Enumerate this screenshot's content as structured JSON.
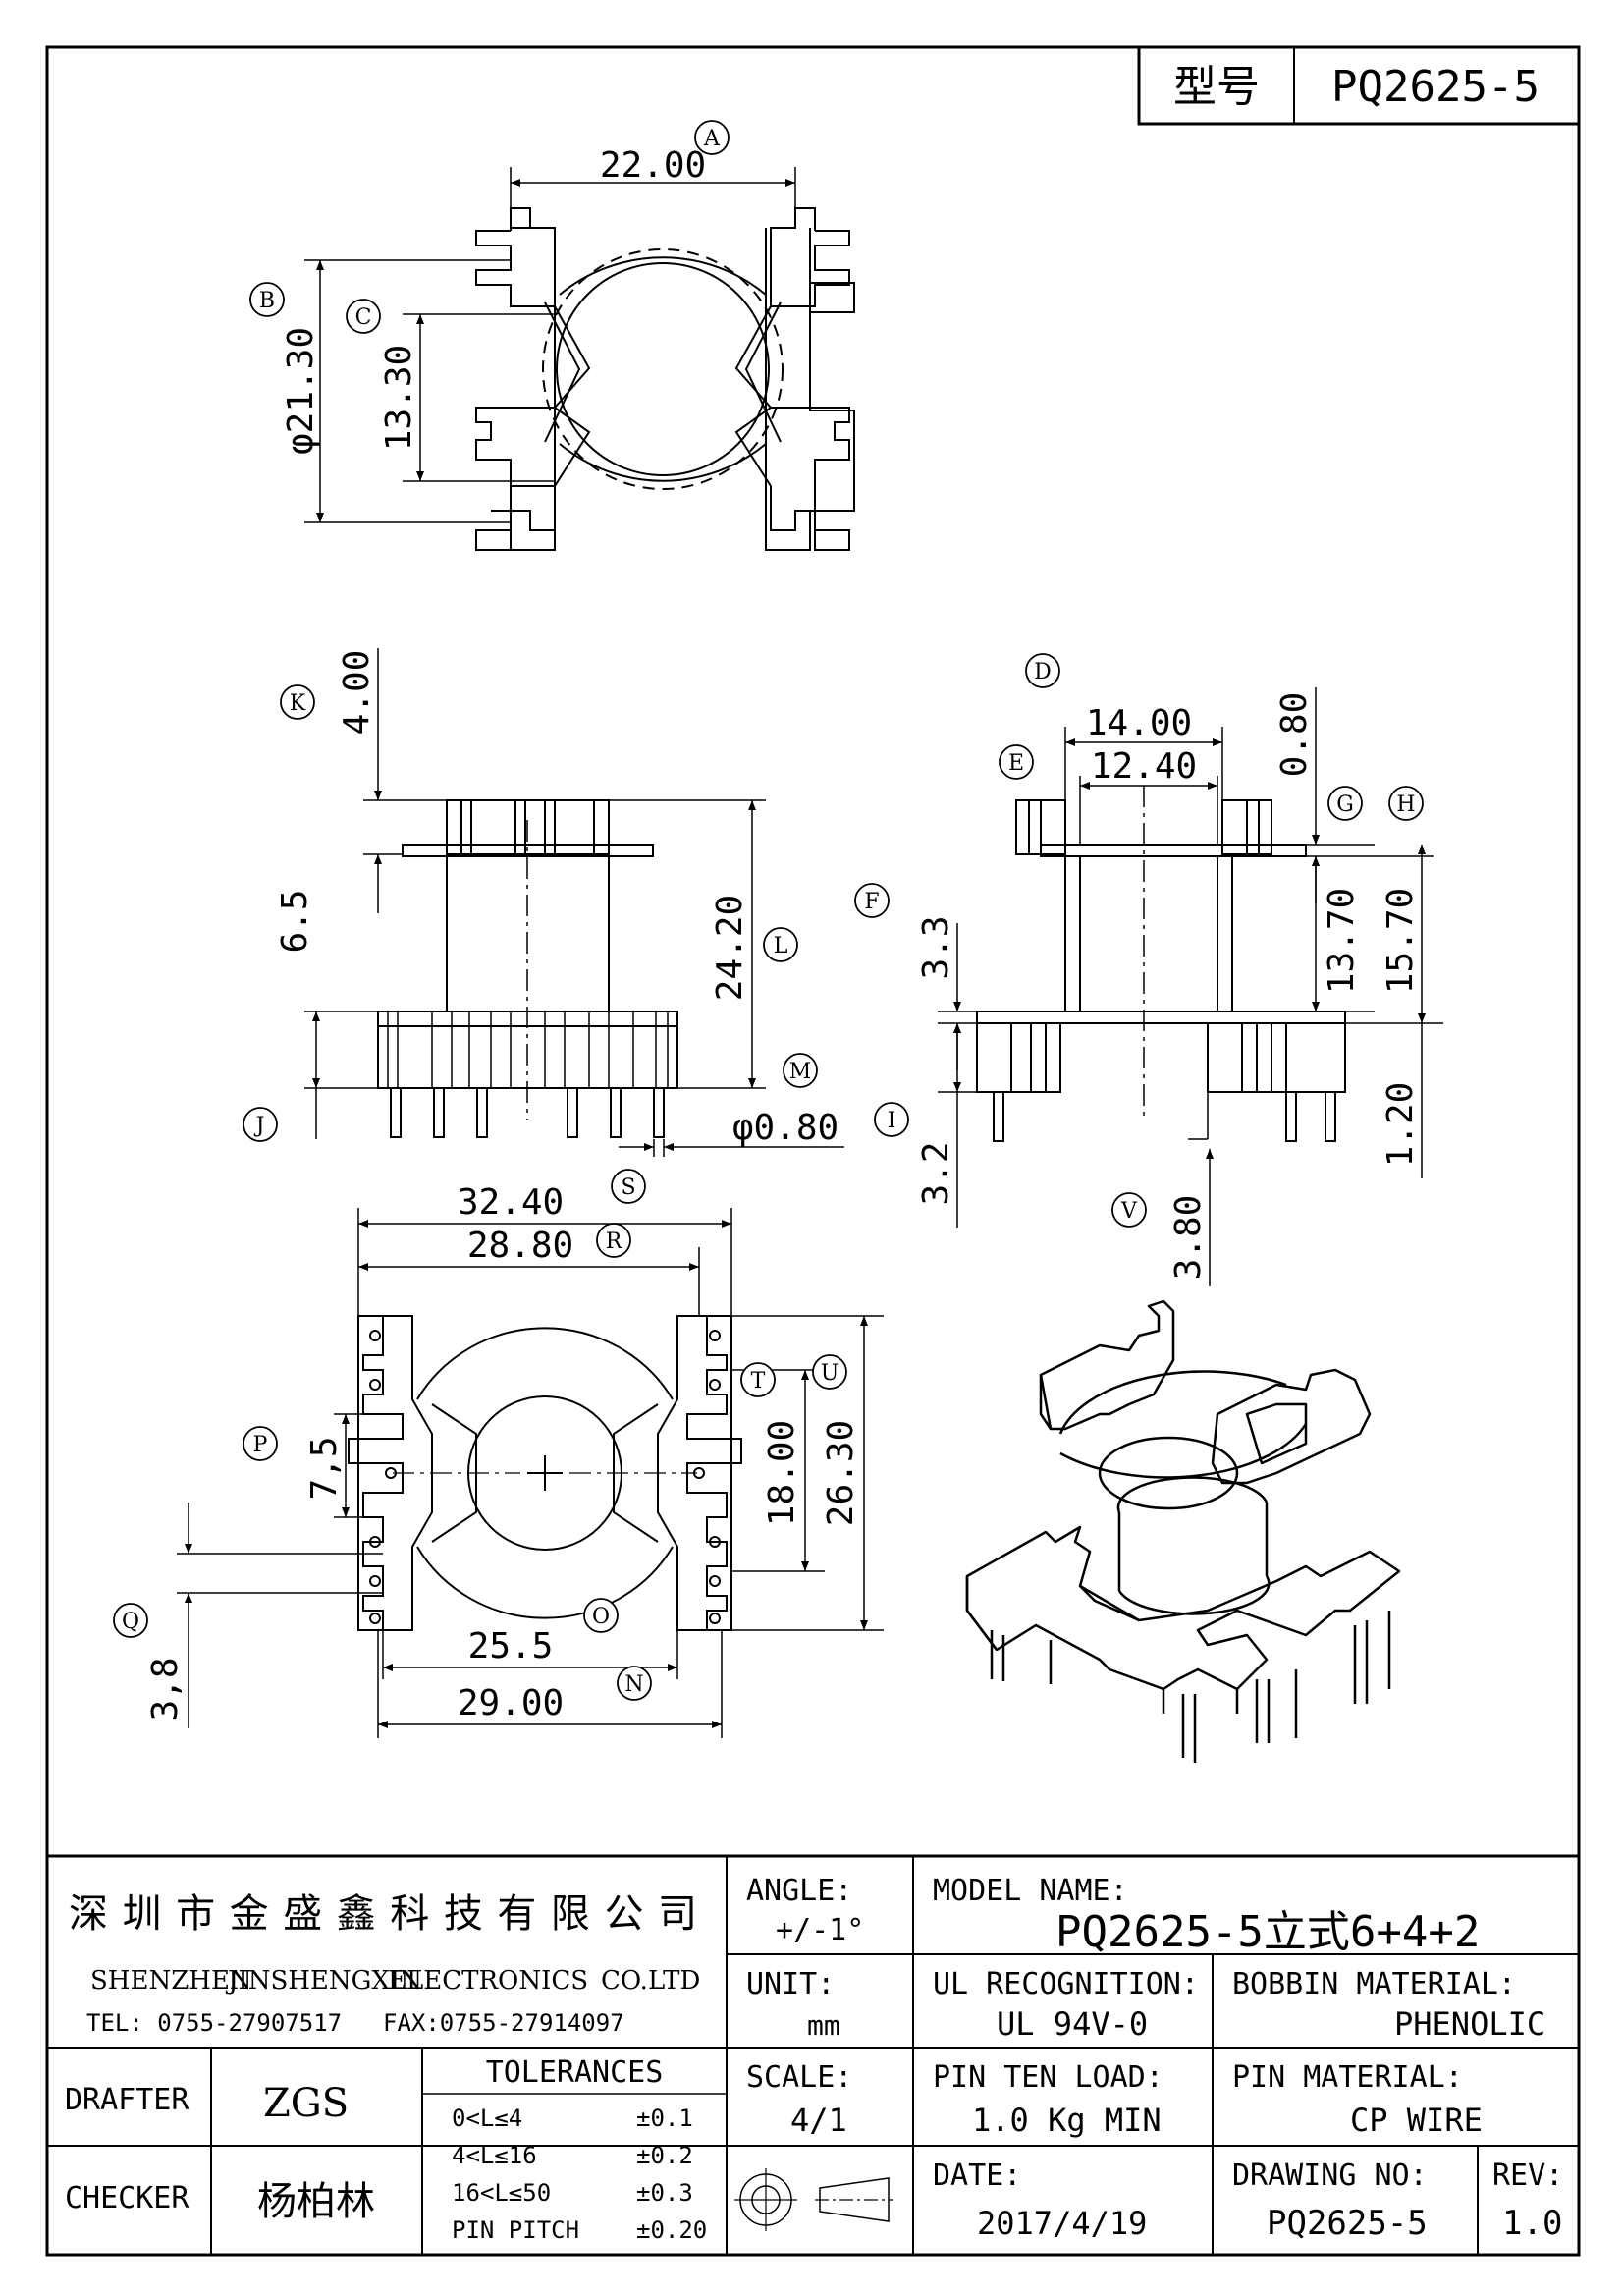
{
  "header": {
    "type_label": "型号",
    "model": "PQ2625-5"
  },
  "dimensions": {
    "A": "22.00",
    "B": "φ21.30",
    "C": "13.30",
    "K": "4.00",
    "side_6_5": "6.5",
    "L": "24.20",
    "M": "φ0.80",
    "D": "14.00",
    "E": "12.40",
    "G": "0.80",
    "F": "3.3",
    "H_13": "13.70",
    "H_15": "15.70",
    "I": "3.2",
    "J_120": "1.20",
    "V": "3.80",
    "S": "32.40",
    "R": "28.80",
    "P": "7,5",
    "Q": "3,8",
    "T": "18.00",
    "U": "26.30",
    "O": "25.5",
    "N": "29.00"
  },
  "callouts": [
    "A",
    "B",
    "C",
    "D",
    "E",
    "F",
    "G",
    "H",
    "I",
    "J",
    "K",
    "L",
    "M",
    "N",
    "O",
    "P",
    "Q",
    "R",
    "S",
    "T",
    "U",
    "V"
  ],
  "title_block": {
    "company_cn": "深圳市金盛鑫科技有限公司",
    "company_en_1": "SHENZHEN",
    "company_en_2": "JINSHENGXIN",
    "company_en_3": "ELECTRONICS",
    "company_en_4": "CO.LTD",
    "tel": "TEL: 0755-27907517",
    "fax": "FAX:0755-27914097",
    "angle_label": "ANGLE:",
    "angle_value": "+/-1°",
    "model_name_label": "MODEL NAME:",
    "model_name_value": "PQ2625-5立式6+4+2",
    "unit_label": "UNIT:",
    "unit_value": "mm",
    "ul_label": "UL RECOGNITION:",
    "ul_value": "UL 94V-0",
    "bobbin_label": "BOBBIN MATERIAL:",
    "bobbin_value": "PHENOLIC",
    "drafter_label": "DRAFTER",
    "drafter_value": "ZGS",
    "tolerances_label": "TOLERANCES",
    "tol_rows": [
      {
        "range": "0<L≤4",
        "value": "±0.1"
      },
      {
        "range": "4<L≤16",
        "value": "±0.2"
      },
      {
        "range": "16<L≤50",
        "value": "±0.3"
      },
      {
        "range": "PIN PITCH",
        "value": "±0.20"
      }
    ],
    "scale_label": "SCALE:",
    "scale_value": "4/1",
    "pin_load_label": "PIN TEN LOAD:",
    "pin_load_value": "1.0 Kg MIN",
    "pin_material_label": "PIN MATERIAL:",
    "pin_material_value": "CP WIRE",
    "checker_label": "CHECKER",
    "checker_value": "杨柏林",
    "date_label": "DATE:",
    "date_value": "2017/4/19",
    "drawing_no_label": "DRAWING NO:",
    "drawing_no_value": "PQ2625-5",
    "rev_label": "REV:",
    "rev_value": "1.0"
  }
}
